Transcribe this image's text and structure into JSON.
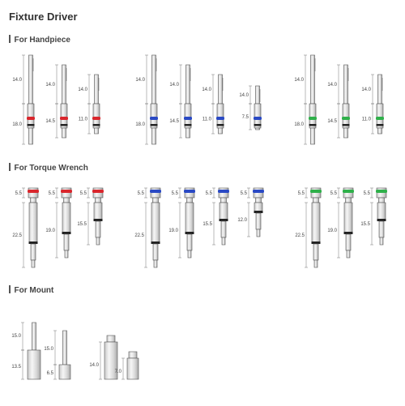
{
  "page": {
    "title": "Fixture Driver"
  },
  "sections": {
    "handpiece": "For Handpiece",
    "torque_wrench": "For Torque Wrench",
    "mount": "For Mount"
  },
  "colors": {
    "red": "#d9262c",
    "blue": "#2a49c4",
    "green": "#2fb04a",
    "black": "#222222"
  },
  "handpiece_groups": [
    {
      "color": "red",
      "drivers": [
        {
          "upper": "14.0",
          "lower": "18.0"
        },
        {
          "upper": "14.0",
          "lower": "14.5"
        },
        {
          "upper": "14.0",
          "lower": "11.0"
        }
      ]
    },
    {
      "color": "blue",
      "drivers": [
        {
          "upper": "14.0",
          "lower": "18.0"
        },
        {
          "upper": "14.0",
          "lower": "14.5"
        },
        {
          "upper": "14.0",
          "lower": "11.0"
        },
        {
          "upper": "14.0",
          "lower": "7.5"
        }
      ]
    },
    {
      "color": "green",
      "drivers": [
        {
          "upper": "14.0",
          "lower": "18.0"
        },
        {
          "upper": "14.0",
          "lower": "14.5"
        },
        {
          "upper": "14.0",
          "lower": "11.0"
        }
      ]
    }
  ],
  "torque_groups": [
    {
      "color": "red",
      "drivers": [
        {
          "top": "5.5",
          "body": "22.5"
        },
        {
          "top": "5.5",
          "body": "19.0"
        },
        {
          "top": "5.5",
          "body": "15.5"
        }
      ]
    },
    {
      "color": "blue",
      "drivers": [
        {
          "top": "5.5",
          "body": "22.5"
        },
        {
          "top": "5.5",
          "body": "19.0"
        },
        {
          "top": "5.5",
          "body": "15.5"
        },
        {
          "top": "5.5",
          "body": "12.0"
        }
      ]
    },
    {
      "color": "green",
      "drivers": [
        {
          "top": "5.5",
          "body": "22.5"
        },
        {
          "top": "5.5",
          "body": "19.0"
        },
        {
          "top": "5.5",
          "body": "15.5"
        }
      ]
    }
  ],
  "mount": [
    {
      "kind": "long",
      "upper": "15.0",
      "lower": "13.5"
    },
    {
      "kind": "long",
      "upper": "15.0",
      "lower": "6.5"
    },
    {
      "kind": "short",
      "lower": "14.0"
    },
    {
      "kind": "short",
      "lower": "7.0"
    }
  ]
}
